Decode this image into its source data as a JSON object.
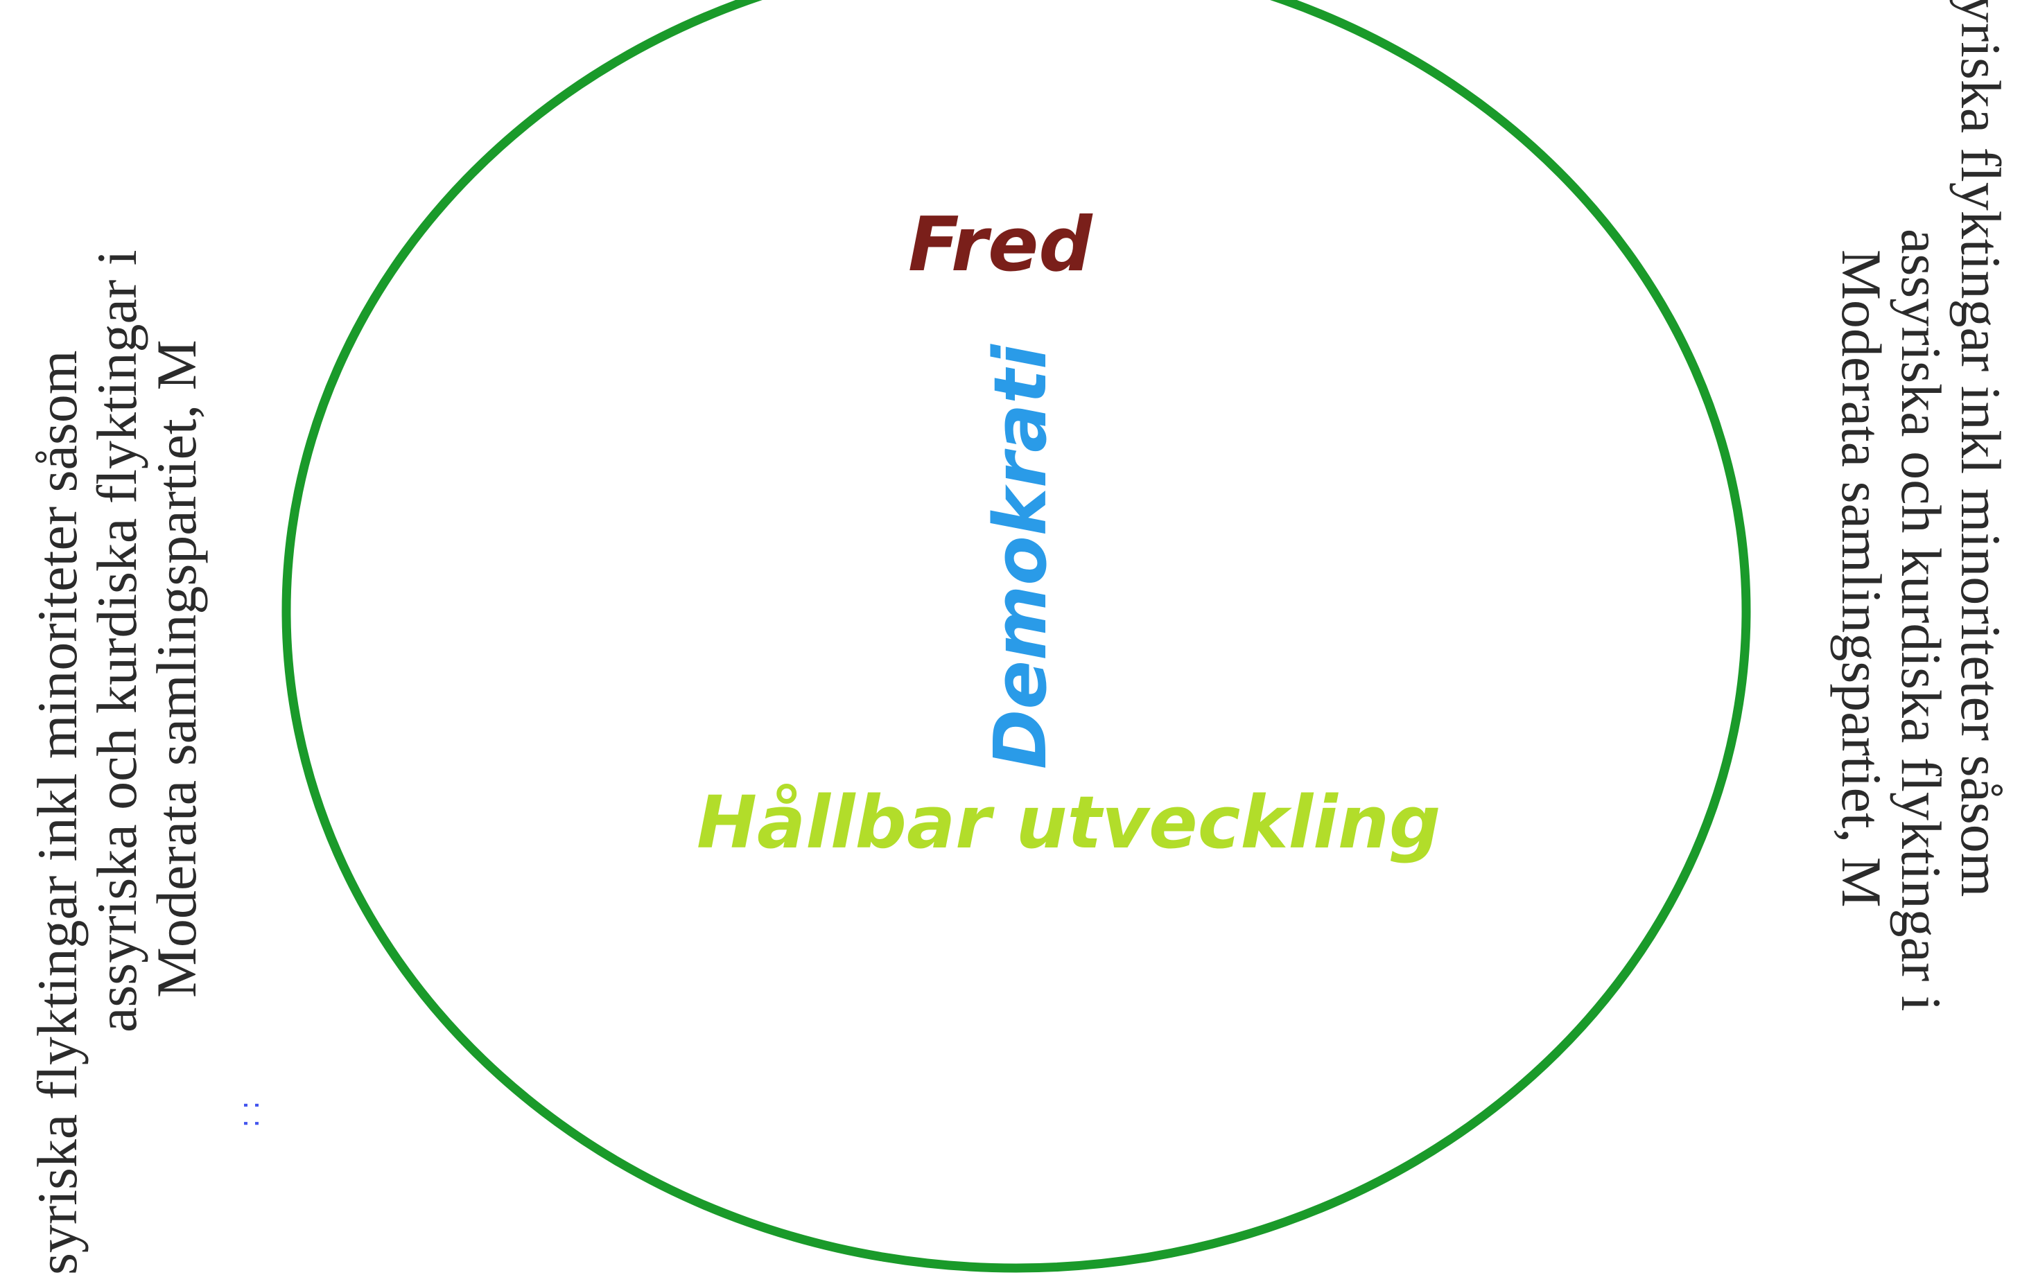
{
  "circle": {
    "stroke_color": "#1a9a2a"
  },
  "words": {
    "fred": {
      "text": "Fred",
      "color": "#7a1f1a"
    },
    "demokrati": {
      "text": "Demokrati",
      "color": "#2a9be8"
    },
    "hallbar": {
      "text": "Hållbar utveckling",
      "color": "#b2dd2a"
    }
  },
  "left_text": {
    "line1": "syriska flyktingar inkl minoriteter såsom",
    "line2": "assyriska och kurdiska flyktingar i",
    "line3": "Moderata samlingspartiet, M"
  },
  "right_text": {
    "line1": "syriska flyktingar inkl minoriteter såsom",
    "line2": "assyriska och kurdiska flyktingar i",
    "line3": "Moderata samlingspartiet, M"
  },
  "dots_text": ": :"
}
